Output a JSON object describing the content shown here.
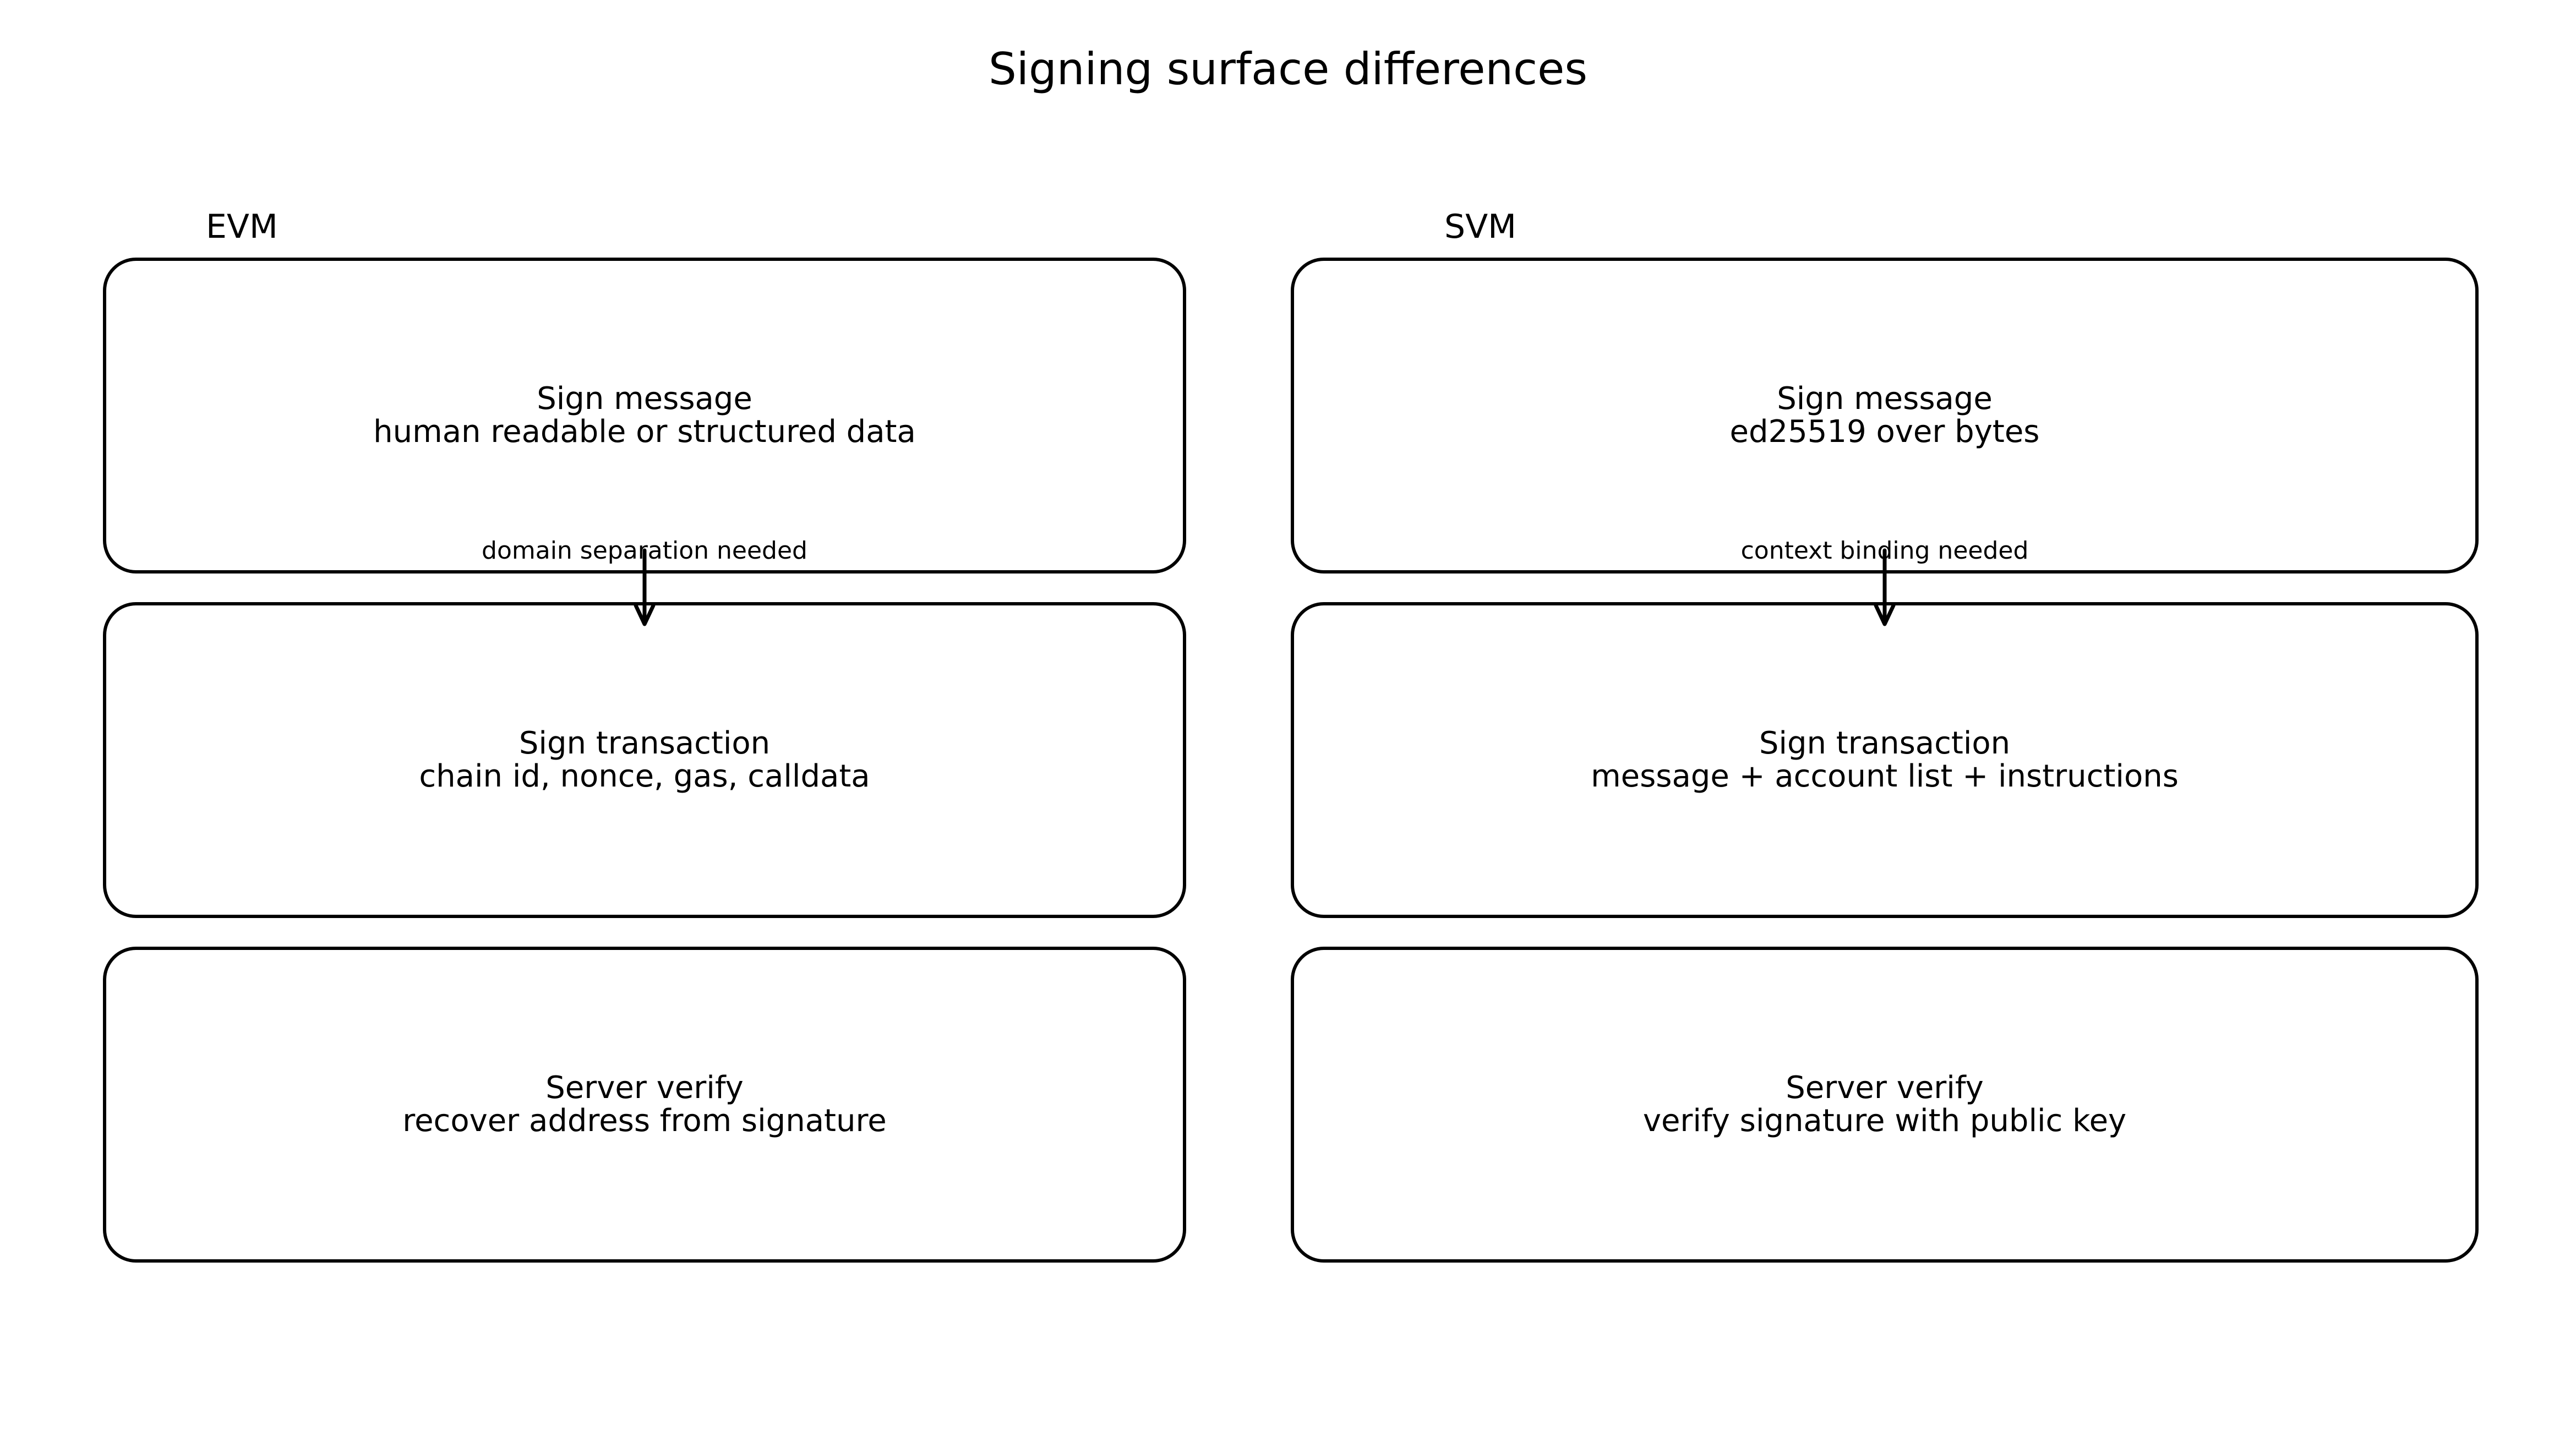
{
  "title": "Signing surface differences",
  "columns": [
    {
      "label": "EVM",
      "steps": [
        {
          "title": "Sign message",
          "detail": "human readable or structured data"
        },
        {
          "title": "Sign transaction",
          "detail": "chain id, nonce, gas, calldata"
        },
        {
          "title": "Server verify",
          "detail": "recover address from signature"
        }
      ],
      "note": "domain separation needed"
    },
    {
      "label": "SVM",
      "steps": [
        {
          "title": "Sign message",
          "detail": "ed25519 over bytes"
        },
        {
          "title": "Sign transaction",
          "detail": "message + account list + instructions"
        },
        {
          "title": "Server verify",
          "detail": "verify signature with public key"
        }
      ],
      "note": "context binding needed"
    }
  ]
}
